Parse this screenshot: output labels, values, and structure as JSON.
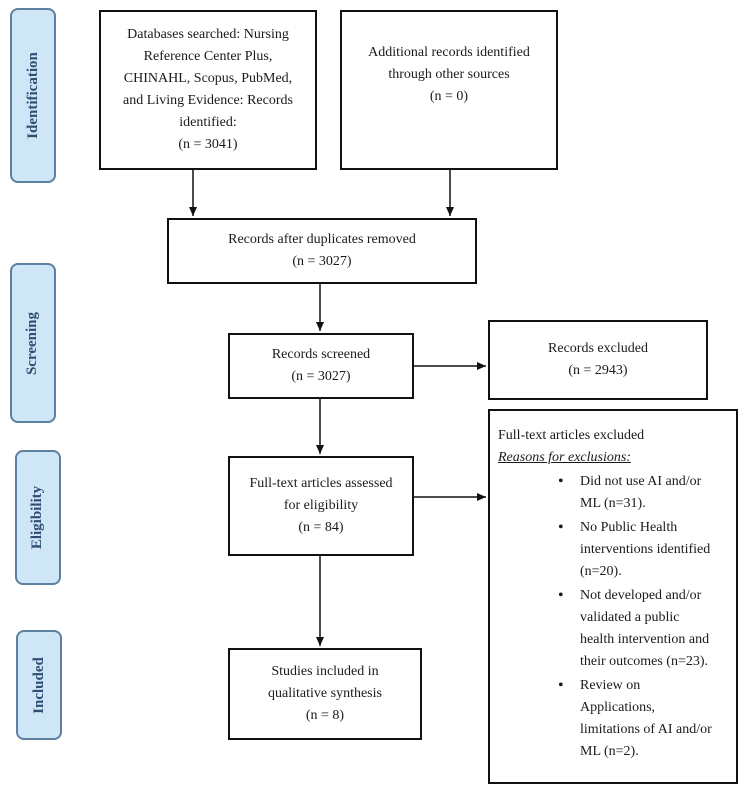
{
  "phases": {
    "identification": "Identification",
    "screening": "Screening",
    "eligibility": "Eligibility",
    "included": "Included"
  },
  "boxes": {
    "databases": {
      "lines": [
        "Databases searched: Nursing",
        "Reference Center Plus,",
        "CHINAHL, Scopus, PubMed,",
        "and Living Evidence: Records",
        "identified:"
      ],
      "count": "(n = 3041)"
    },
    "other_sources": {
      "lines": [
        "Additional records identified",
        "through other sources"
      ],
      "count": "(n = 0)"
    },
    "duplicates": {
      "lines": [
        "Records after duplicates removed"
      ],
      "count": "(n = 3027)"
    },
    "screened": {
      "lines": [
        "Records screened"
      ],
      "count": "(n = 3027)"
    },
    "excluded": {
      "lines": [
        "Records excluded"
      ],
      "count": "(n = 2943)"
    },
    "fulltext": {
      "lines": [
        "Full-text articles assessed",
        "for eligibility"
      ],
      "count": "(n = 84)"
    },
    "fulltext_excluded": {
      "title": "Full-text articles excluded",
      "reasons_title": "Reasons for exclusions:",
      "reasons": [
        [
          "Did not use AI and/or",
          "ML (n=31)."
        ],
        [
          "No Public Health",
          "interventions identified",
          "(n=20)."
        ],
        [
          "Not developed and/or",
          "validated a public",
          "health intervention and",
          "their outcomes (n=23)."
        ],
        [
          "Review on",
          "Applications,",
          "limitations of AI and/or",
          "ML (n=2)."
        ]
      ]
    },
    "included": {
      "lines": [
        "Studies included in",
        "qualitative synthesis"
      ],
      "count": "(n = 8)"
    }
  }
}
